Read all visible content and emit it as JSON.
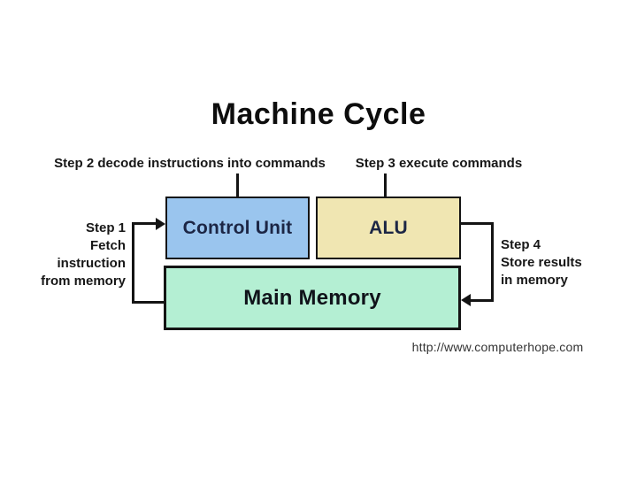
{
  "title": "Machine Cycle",
  "annotations": {
    "step2": "Step 2 decode instructions into commands",
    "step3": "Step 3 execute commands",
    "step1_lines": [
      "Step 1",
      "Fetch",
      "instruction",
      "from memory"
    ],
    "step4_lines": [
      "Step 4",
      "Store results",
      "in memory"
    ]
  },
  "boxes": {
    "control_unit": {
      "label": "Control Unit",
      "fill": "#9ac5ee"
    },
    "alu": {
      "label": "ALU",
      "fill": "#f0e6b2"
    },
    "main_memory": {
      "label": "Main Memory",
      "fill": "#b4efd3"
    }
  },
  "colors": {
    "border": "#141414",
    "connector": "#141414",
    "title_text": "#0d0d0d",
    "box_label_text": "#1c2645"
  },
  "footer": {
    "url": "http://www.computerhope.com"
  }
}
